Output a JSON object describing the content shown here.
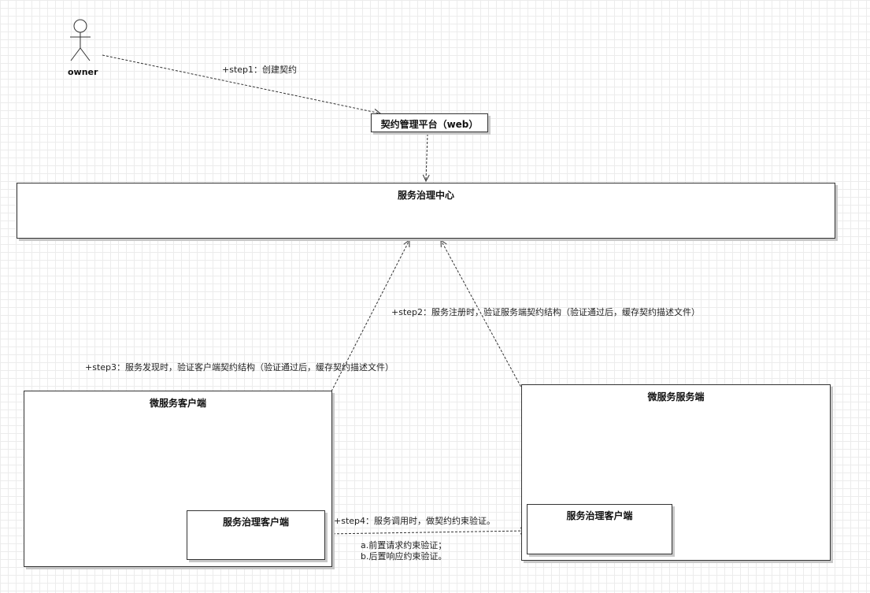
{
  "actor": {
    "name": "owner"
  },
  "nodes": {
    "platform": "契约管理平台（web）",
    "center": "服务治理中心",
    "consumer": "微服务客户端",
    "provider": "微服务服务端",
    "consumer_client": "服务治理客户端",
    "provider_client": "服务治理客户端"
  },
  "edges": {
    "step1": "+step1：创建契约",
    "step2": "+step2：服务注册时，验证服务端契约结构（验证通过后，缓存契约描述文件）",
    "step3": "+step3：服务发现时，验证客户端契约结构（验证通过后，缓存契约描述文件）",
    "step4": "+step4：服务调用时，做契约约束验证。",
    "step4_note_a": "a.前置请求约束验证；",
    "step4_note_b": "b.后置响应约束验证。"
  },
  "colors": {
    "line": "#333333",
    "grid": "#ececec",
    "shadow": "#c8c8c8"
  }
}
